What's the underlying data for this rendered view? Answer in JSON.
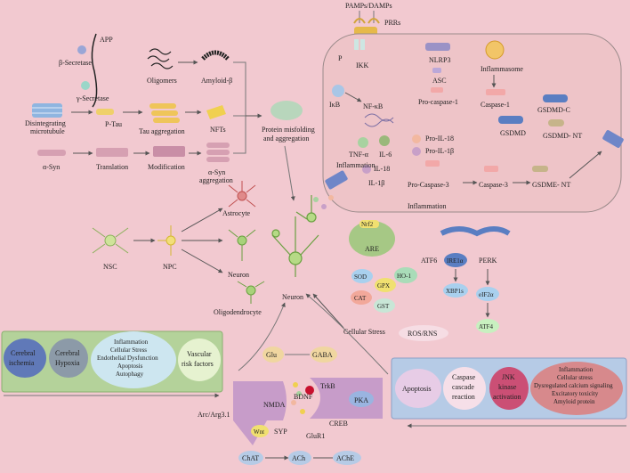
{
  "top": {
    "pamps": "PAMPs/DAMPs",
    "prrs": "PRRs"
  },
  "amyloid": {
    "app": "APP",
    "beta_secretase": "β-Secretase",
    "gamma_secretase": "γ-Secretase",
    "oligomers": "Oligomers",
    "amyloid_beta": "Amyloid-β"
  },
  "tau": {
    "disintegrating": "Disintegrating",
    "microtubule": "microtubule",
    "ptau": "P-Tau",
    "tau_aggregation": "Tau aggregation",
    "nfts": "NFTs"
  },
  "syn": {
    "alpha_syn": "α-Syn",
    "translation": "Translation",
    "modification": "Modification",
    "syn_aggregation_1": "α-Syn",
    "syn_aggregation_2": "aggregation"
  },
  "misfolding": {
    "line1": "Protein misfolding",
    "line2": "and aggregation"
  },
  "cell": {
    "p": "P",
    "ikk": "IKK",
    "ikb": "IκB",
    "nfkb": "NF-κB",
    "nlrp3": "NLRP3",
    "asc": "ASC",
    "inflammasome": "Inflammasome",
    "pro_caspase_1": "Pro-caspase-1",
    "caspase_1": "Caspase-1",
    "gsdmd_c": "GSDMD-C",
    "gsdmd": "GSDMD",
    "gsdmd_nt": "GSDMD- NT",
    "tnf": "TNF-α",
    "il6": "IL-6",
    "pro_il18": "Pro-IL-18",
    "pro_il1b": "Pro-IL-1β",
    "il18": "IL-18",
    "il1b": "IL-1β",
    "pro_caspase_3": "Pro-Caspase-3",
    "caspase_3": "Caspase-3",
    "gsdme_nt": "GSDME- NT",
    "inflammation_left": "Inflammation",
    "inflammation_bottom": "Inflammation"
  },
  "cells": {
    "astrocyte": "Astrocyte",
    "nsc": "NSC",
    "npc": "NPC",
    "neuron_mid": "Neuron",
    "oligodendrocyte": "Oligodendrocyte",
    "neuron_center": "Neuron"
  },
  "oxidative": {
    "nrf2": "Nrf2",
    "are": "ARE",
    "sod": "SOD",
    "gpx": "GPX",
    "ho1": "HO-1",
    "cat": "CAT",
    "gst": "GST",
    "ros": "ROS/RNS",
    "cellular_stress": "Cellular Stress"
  },
  "er_stress": {
    "atf6": "ATF6",
    "ire1a": "IRE1α",
    "perk": "PERK",
    "xbp1s": "XBP1s",
    "eif2a": "eIF2α",
    "atf4": "ATF4"
  },
  "left_box": {
    "ischemia": [
      "Cerebral",
      "ischemia"
    ],
    "hypoxia": [
      "Cerebral",
      "Hypoxia"
    ],
    "causes": [
      "Inflammation",
      "Cellular Stress",
      "Endothelial Dysfunction",
      "Apoptosis",
      "Autophagy"
    ],
    "vascular": [
      "Vascular",
      "risk factors"
    ]
  },
  "right_box": {
    "apoptosis": "Apoptosis",
    "caspase": [
      "Caspase",
      "cascade",
      "reaction"
    ],
    "jnk": [
      "JNK",
      "kinase",
      "activation"
    ],
    "effects": [
      "Inflammation",
      "Cellular stress",
      "Dysregulated calcium signaling",
      "Excitatory toxicity",
      "Amyloid protein"
    ]
  },
  "synapse": {
    "glu": "Glu",
    "gaba": "GABA",
    "arc": "Arc/Arg3.1",
    "nmda": "NMDA",
    "bdnf": "BDNF",
    "trkb": "TrkB",
    "pka": "PKA",
    "creb": "CREB",
    "wnt": "Wnt",
    "syp": "SYP",
    "glur1": "GluR1"
  },
  "bottom": {
    "chat": "ChAT",
    "ach": "ACh",
    "ache": "AChE"
  },
  "colors": {
    "background": "#f2c9d0",
    "cell_fill": "#eec4c8",
    "left_box": "#b4d29a",
    "right_box": "#b6cbe6",
    "synapse": "#c79cc9"
  }
}
